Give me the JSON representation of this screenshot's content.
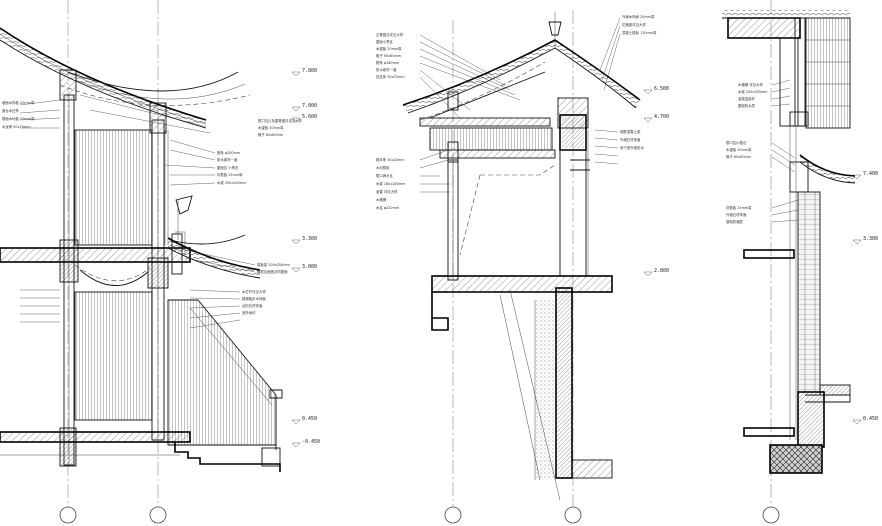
{
  "sections": [
    {
      "id": "section-a",
      "levels": [
        "7.800",
        "7.000",
        "5.600",
        "3.300",
        "3.000",
        "0.450",
        "-0.450"
      ],
      "notes": [
        "檐口瓦片及屋脊做法详见大样",
        "木望板 20mm厚",
        "椽子 60x80mm",
        "檩条 φ200mm",
        "防水卷材一道",
        "屋面瓦 小青瓦",
        "封檐板 25mm厚",
        "木梁 200x300mm",
        "墙面木饰板 20mm厚",
        "窗台木压条",
        "楼面木地板 20mm厚",
        "木龙骨 50x70mm",
        "楼板梁 200x350mm",
        "腰檐瓦面做法同屋面",
        "木栏杆详见大样",
        "楼梯踏步木饰面",
        "台阶石材饰面",
        "室外地坪"
      ]
    },
    {
      "id": "section-b",
      "levels": [
        "6.500",
        "4.700",
        "2.800"
      ],
      "notes": [
        "正脊做法详见大样",
        "屋面小青瓦",
        "木望板 20mm厚",
        "椽子 60x80mm",
        "檩条 φ180mm",
        "防水卷材一道",
        "挂瓦条 30x25mm",
        "顺水条 30x20mm",
        "木封檐板",
        "檐口滴水瓦",
        "木梁 180x280mm",
        "雀替 详见大样",
        "木格栅",
        "木柱 φ220mm",
        "外墙木饰面 20mm厚",
        "花格窗详见大样",
        "混凝土楼板 120mm厚",
        "钢筋混凝土梁",
        "外墙石材饰面",
        "地下室外墙防水"
      ]
    },
    {
      "id": "section-c",
      "levels": [
        "7.400",
        "3.300",
        "0.450"
      ],
      "notes": [
        "木格栅 详见大样",
        "木梁 200x300mm",
        "金属连接件",
        "屋面防水层",
        "檐口瓦片做法",
        "木望板 20mm厚",
        "椽子 60x80mm",
        "封檐板 25mm厚",
        "外墙石材饰面",
        "基础防潮层"
      ]
    }
  ],
  "axis_bubbles": [
    "",
    "",
    "",
    "",
    ""
  ]
}
